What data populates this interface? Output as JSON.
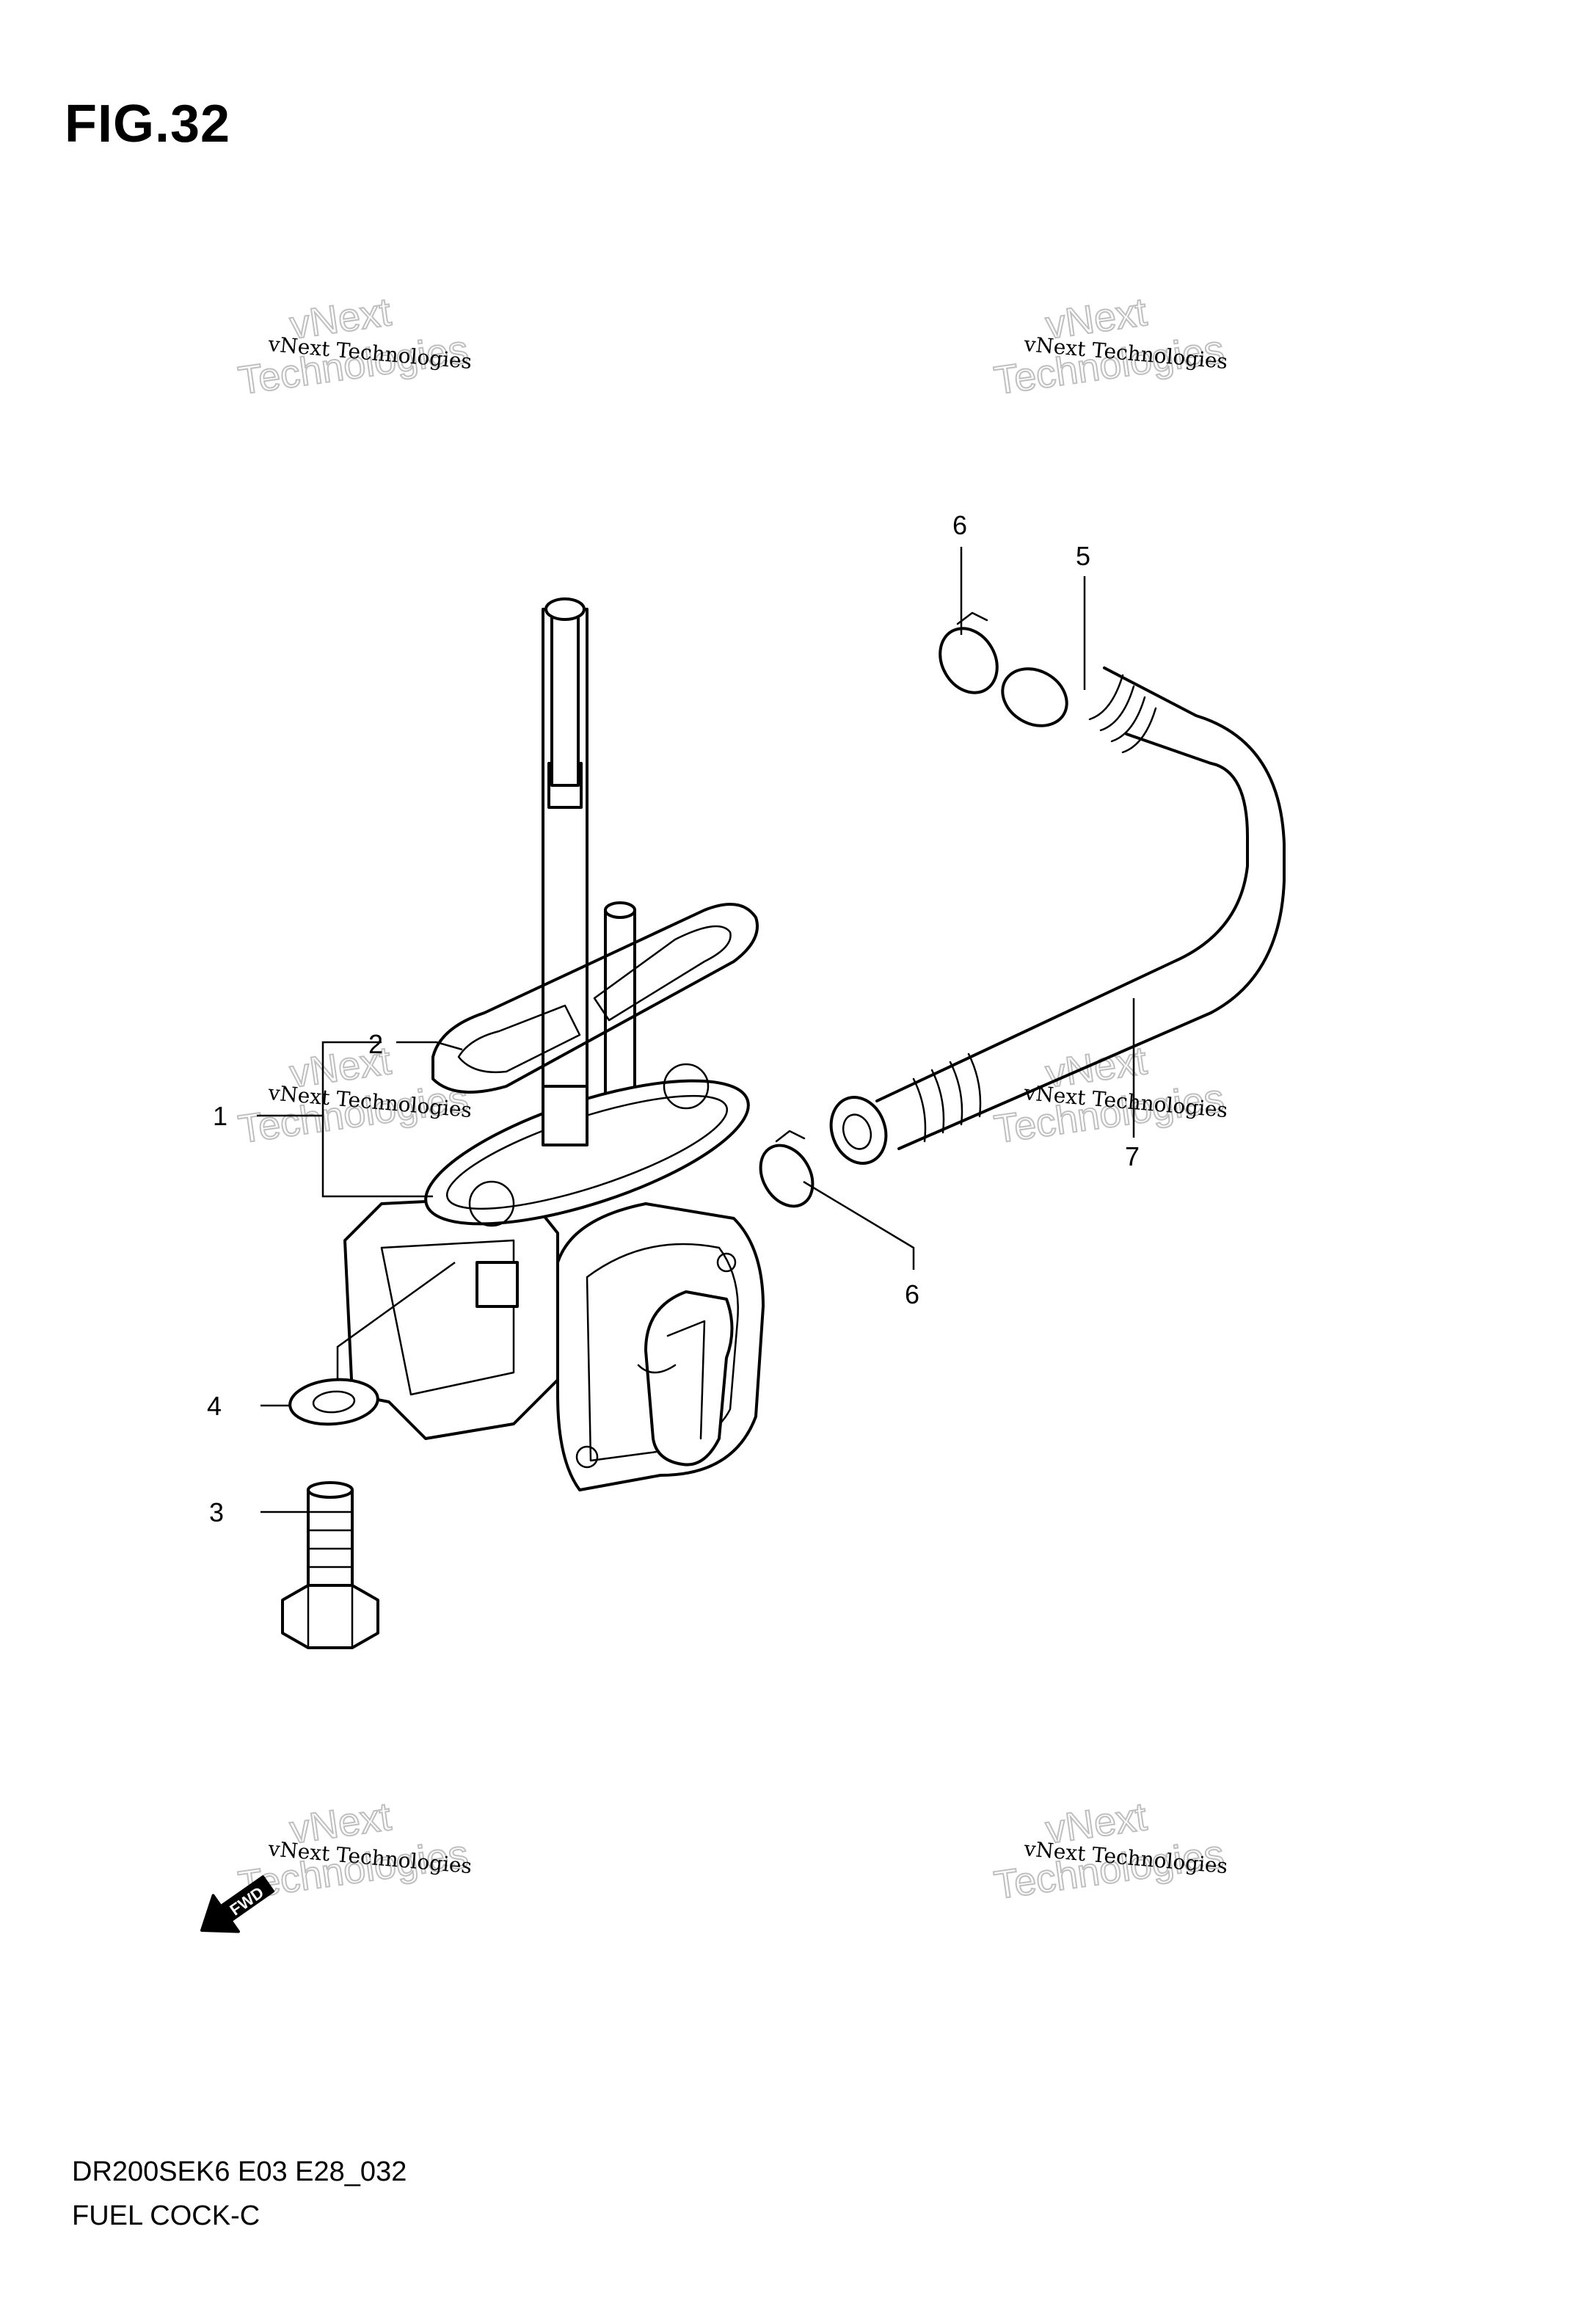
{
  "figure": {
    "title": "FIG.32",
    "code": "DR200SEK6 E03 E28_032",
    "name": "FUEL COCK-C"
  },
  "callouts": {
    "c1": "1",
    "c2": "2",
    "c3": "3",
    "c4": "4",
    "c5": "5",
    "c6a": "6",
    "c6b": "6",
    "c7": "7"
  },
  "fwd_label": "FWD",
  "watermark": {
    "small": "vNext Technologies",
    "big_line1": "vNext",
    "big_line2": "Technologies"
  }
}
